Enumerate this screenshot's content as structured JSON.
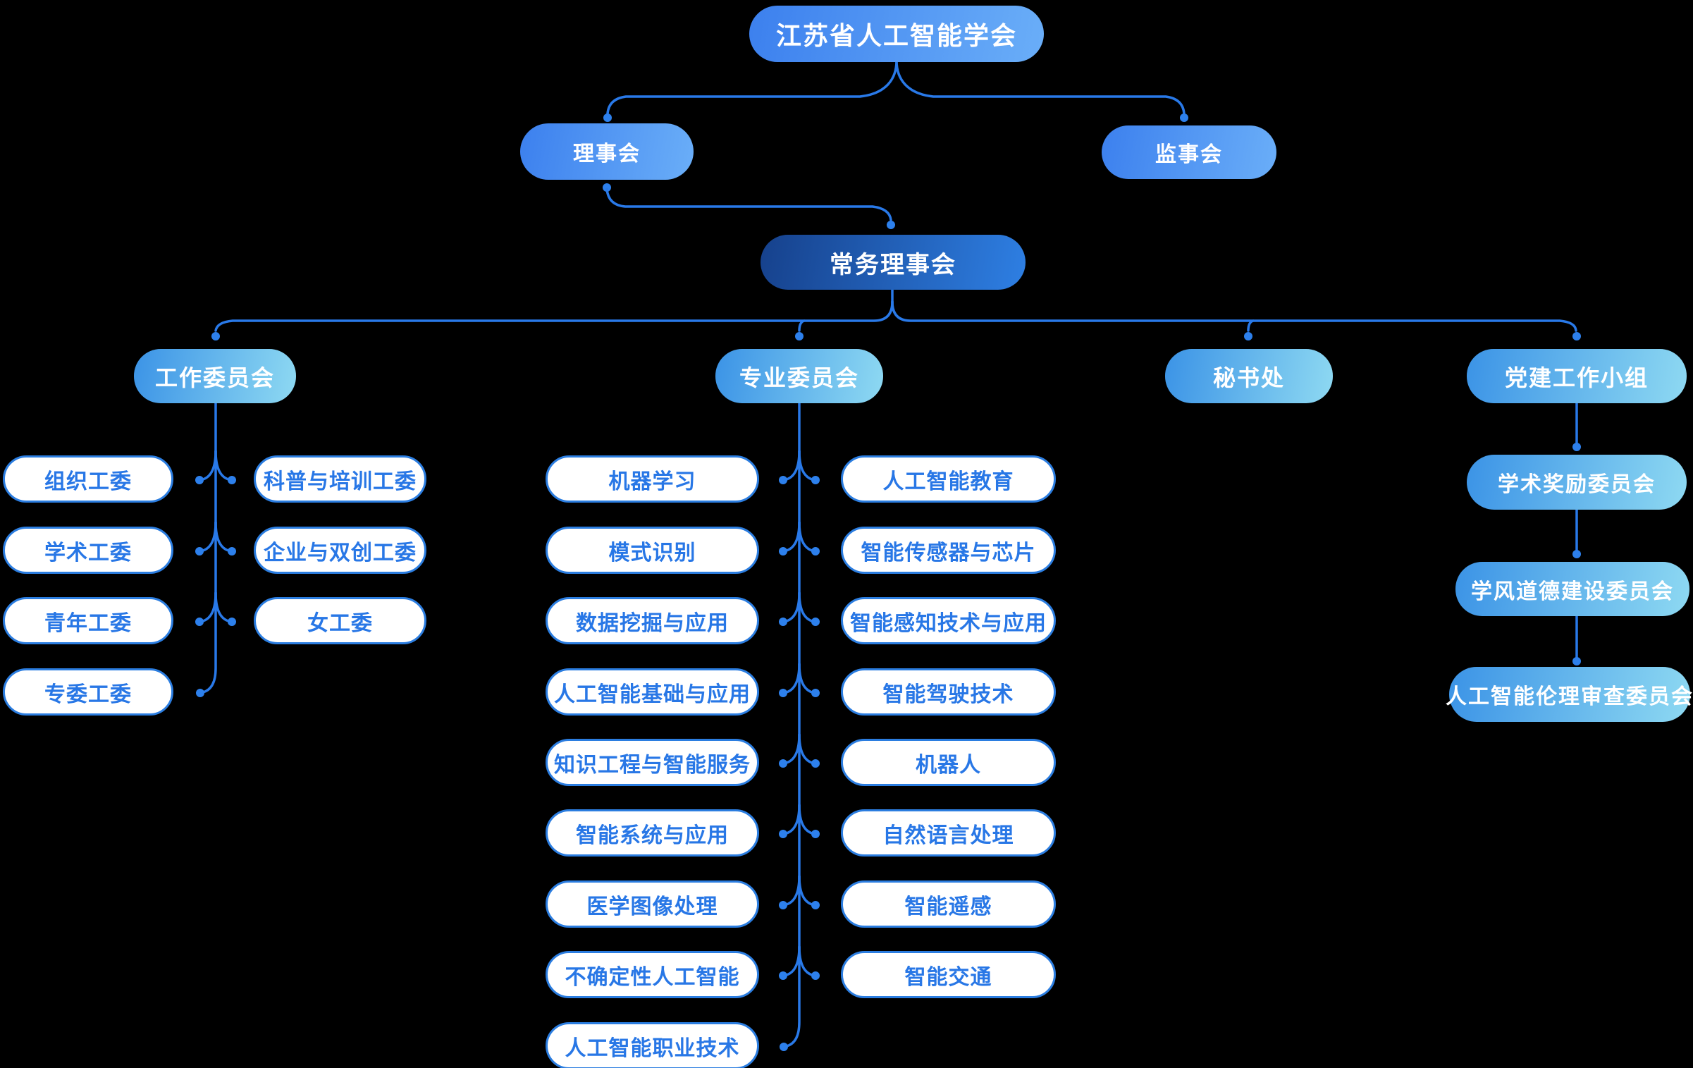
{
  "org": {
    "root": "江苏省人工智能学会",
    "council": "理事会",
    "supervisory_board": "监事会",
    "standing_council": "常务理事会",
    "work_committee": "工作委员会",
    "professional_committee": "专业委员会",
    "secretariat": "秘书处",
    "party_work_group": "党建工作小组",
    "work_children_left": [
      "组织工委",
      "学术工委",
      "青年工委",
      "专委工委"
    ],
    "work_children_right": [
      "科普与培训工委",
      "企业与双创工委",
      "女工委"
    ],
    "professional_children_left": [
      "机器学习",
      "模式识别",
      "数据挖掘与应用",
      "人工智能基础与应用",
      "知识工程与智能服务",
      "智能系统与应用",
      "医学图像处理",
      "不确定性人工智能",
      "人工智能职业技术"
    ],
    "professional_children_right": [
      "人工智能教育",
      "智能传感器与芯片",
      "智能感知技术与应用",
      "智能驾驶技术",
      "机器人",
      "自然语言处理",
      "智能遥感",
      "智能交通"
    ],
    "party_children": [
      "学术奖励委员会",
      "学风道德建设委员会",
      "人工智能伦理审查委员会"
    ]
  },
  "colors": {
    "background": "#000000",
    "connector_line": "#2979e8",
    "connector_dot": "#2d80ec",
    "node_text": "#ffffff",
    "gradient_blue": [
      "#3c80ee",
      "#6aaef8"
    ],
    "gradient_dark_blue": [
      "#16418c",
      "#2e7fe3"
    ],
    "gradient_cyan": [
      "#3b93e6",
      "#8ed9f2"
    ],
    "child_pill_background": "#ffffff",
    "child_pill_border": "#2b7de0",
    "child_pill_text": "#2877e6"
  }
}
